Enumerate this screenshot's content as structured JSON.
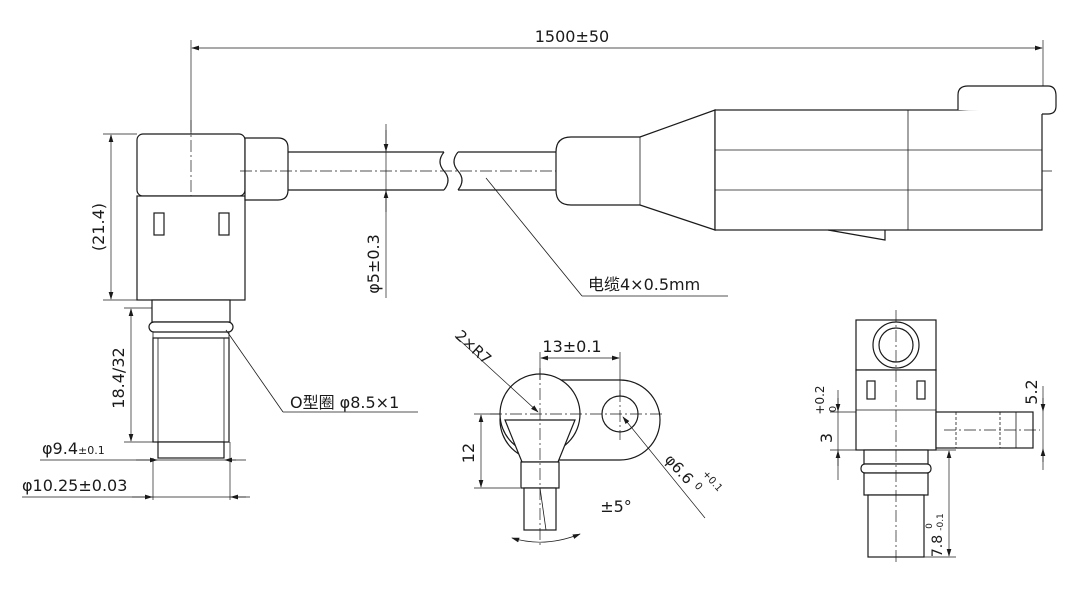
{
  "dimensions": {
    "overall_length": "1500±50",
    "housing_height": "(21.4)",
    "cable_diameter": "φ5±0.3",
    "body_length": "18.4/32",
    "body_diameter_main": "φ9.4",
    "body_diameter_tol": "±0.1",
    "flange_diameter": "φ10.25±0.03",
    "hole_spacing": "13±0.1",
    "flange_radius": "2×R7",
    "flange_height": "12",
    "hole_diameter_main": "φ6.6",
    "hole_diameter_tol_upper": "+0.1",
    "hole_diameter_tol_lower": "0",
    "angle_tolerance": "±5°",
    "flange_offset_main": "3",
    "flange_offset_tol_upper": "+0.2",
    "flange_offset_tol_lower": "0",
    "flange_thickness": "5.2",
    "tip_length_main": "7.8",
    "tip_length_tol_upper": "0",
    "tip_length_tol_lower": "-0.1"
  },
  "callouts": {
    "cable": "电缆4×0.5mm",
    "oring": "O型圈 φ8.5×1"
  }
}
